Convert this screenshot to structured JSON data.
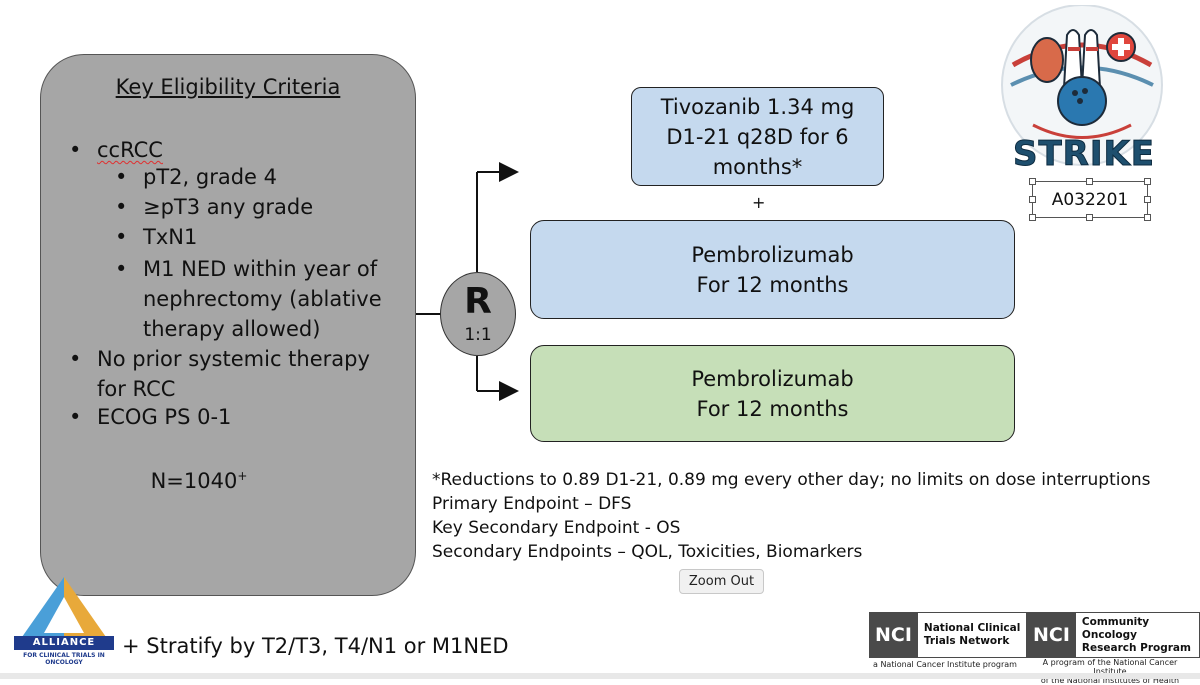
{
  "eligibility": {
    "title": "Key Eligibility Criteria",
    "items": {
      "b1": "ccRCC",
      "b1a": "pT2, grade 4",
      "b1b": "≥pT3 any grade",
      "b1c": "TxN1",
      "b1d_l1": "M1 NED within year of",
      "b1d_l2": "nephrectomy (ablative",
      "b1d_l3": "therapy allowed)",
      "b2_l1": "No prior systemic therapy",
      "b2_l2": "for RCC",
      "b3": "ECOG PS 0-1"
    },
    "n_label": "N=1040",
    "n_sup": "+"
  },
  "randomization": {
    "letter": "R",
    "ratio": "1:1"
  },
  "arms": {
    "tivozanib_l1": "Tivozanib 1.34 mg",
    "tivozanib_l2": "D1-21 q28D for 6",
    "tivozanib_l3": "months*",
    "plus": "+",
    "pembro_combo_l1": "Pembrolizumab",
    "pembro_combo_l2": "For 12 months",
    "pembro_mono_l1": "Pembrolizumab",
    "pembro_mono_l2": "For 12 months"
  },
  "notes": {
    "n1": "*Reductions to 0.89 D1-21, 0.89 mg every other day; no limits on dose interruptions",
    "n2": "Primary Endpoint – DFS",
    "n3": "Key Secondary Endpoint - OS",
    "n4": "Secondary Endpoints – QOL, Toxicities, Biomarkers"
  },
  "zoom_button": "Zoom Out",
  "stratify": "+ Stratify by T2/T3, T4/N1 or M1NED",
  "logos": {
    "alliance_name": "ALLIANCE",
    "alliance_sub": "FOR CLINICAL TRIALS IN ONCOLOGY",
    "nci_mark": "NCI",
    "nci1_l1": "National Clinical",
    "nci1_l2": "Trials Network",
    "nci1_tag": "a National Cancer Institute program",
    "nci2_l1": "Community Oncology",
    "nci2_l2": "Research Program",
    "nci2_tag_l1": "A program of the National Cancer Institute",
    "nci2_tag_l2": "of the National Institutes of Health",
    "strike_word": "STRIKE",
    "trial_code": "A032201"
  },
  "colors": {
    "eligibility_fill": "#a6a6a6",
    "arm_blue": "#c5d9ee",
    "arm_green": "#c6dfb8",
    "nci_gray": "#4a4a4a",
    "alliance_blue": "#1f3b8c",
    "strike_teal": "#1e4f6e"
  }
}
